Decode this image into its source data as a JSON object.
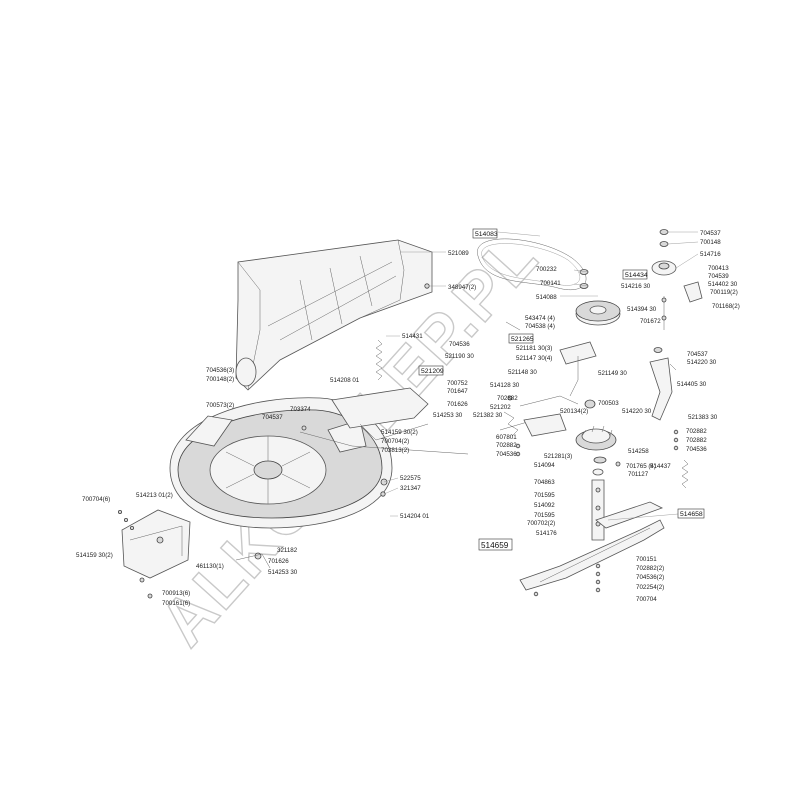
{
  "watermark": "ALKOSKLEP.PL",
  "boxed_labels": [
    "514083",
    "514434",
    "521265",
    "521209",
    "514659",
    "514658"
  ],
  "labels": [
    "521089",
    "348947(2)",
    "514431",
    "704536",
    "521190 30",
    "514208 01",
    "700752",
    "701647",
    "704536(3)",
    "700148(2)",
    "700573(2)",
    "703374",
    "704537",
    "701626",
    "514253 30",
    "514159 30(2)",
    "700704(2)",
    "703813(2)",
    "522575",
    "321347",
    "514204 01",
    "700704(6)",
    "514213 01(2)",
    "514159 30(2)",
    "461130(1)",
    "701626",
    "514253 30",
    "321182",
    "700913(6)",
    "700161(6)",
    "700232",
    "700141",
    "514088",
    "543474 (4)",
    "704538 (4)",
    "521181 30(3)",
    "521147 30(4)",
    "521148 30",
    "514128 30",
    "702882",
    "521202",
    "521382 30",
    "607801",
    "702882",
    "704536",
    "521149 30",
    "700503",
    "520134(2)",
    "521281(3)",
    "514094",
    "704863",
    "514258",
    "701765 (4)",
    "701127",
    "701595",
    "514092",
    "701595",
    "700702(2)",
    "514176",
    "700151",
    "702882(2)",
    "704536(2)",
    "702254(2)",
    "700704",
    "704537",
    "700148",
    "514716",
    "700413",
    "704539",
    "514402 30",
    "700119(2)",
    "514216 30",
    "514394 30",
    "701672",
    "701168(2)",
    "704537",
    "514220 30",
    "514405 30",
    "514220 30",
    "521383 30",
    "702882",
    "702882",
    "704536",
    "514437"
  ]
}
